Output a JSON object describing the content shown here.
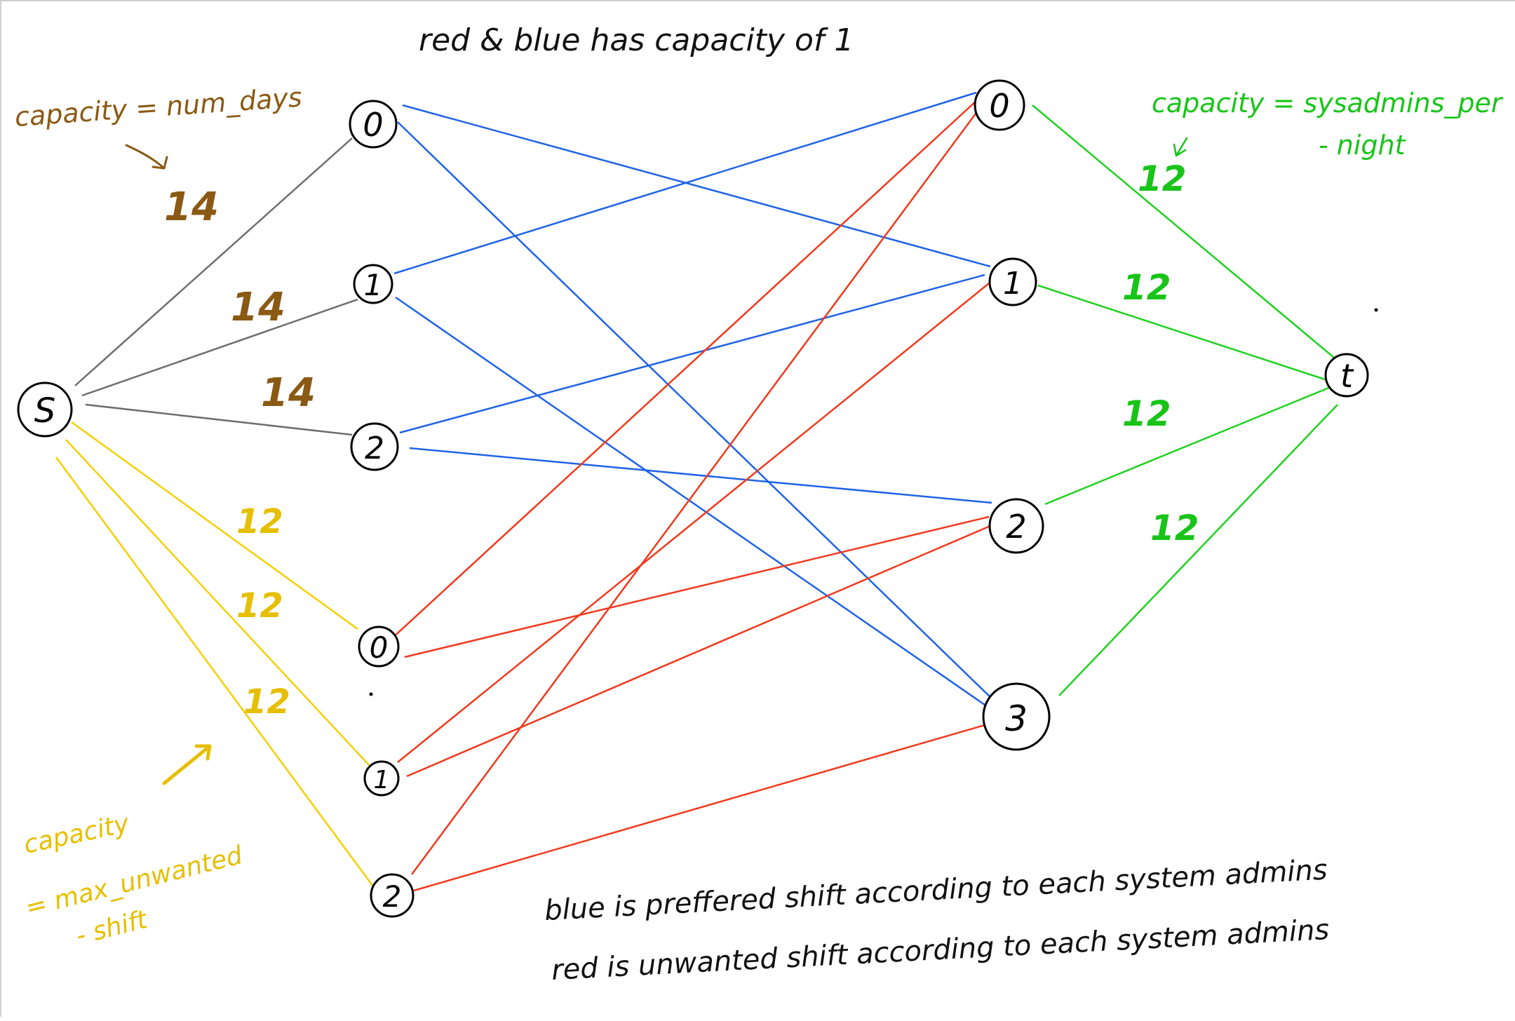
{
  "title": "red & blue has capacity of 1",
  "colors": {
    "gray": "#6e6e6e",
    "blue": "#1f63e6",
    "red": "#f0391c",
    "yellow": "#f4d000",
    "yellow_text": "#e6bf00",
    "green": "#1fd11f",
    "green_text": "#19c419",
    "brown": "#8a5a14",
    "node": "#000000"
  },
  "annotations": {
    "source_capacity": "capacity = num_days",
    "sink_capacity_line1": "capacity = sysadmins_per",
    "sink_capacity_line2": "- night",
    "unwanted_line1": "capacity",
    "unwanted_line2": "= max_unwanted",
    "unwanted_line3": "- shift",
    "blue_legend": "blue is preffered shift according to each system admins",
    "red_legend": "red is unwanted shift according to each system admins"
  },
  "nodes": {
    "source": "S",
    "sink": "t",
    "admins_preferred": [
      "0",
      "1",
      "2"
    ],
    "admins_unwanted": [
      "0",
      "1",
      "2"
    ],
    "nights": [
      "0",
      "1",
      "2",
      "3"
    ]
  },
  "edge_labels": {
    "s_to_admin": [
      "14",
      "14",
      "14"
    ],
    "s_to_unwanted": [
      "12",
      "12",
      "12"
    ],
    "night_to_t": [
      "12",
      "12",
      "12",
      "12"
    ]
  }
}
